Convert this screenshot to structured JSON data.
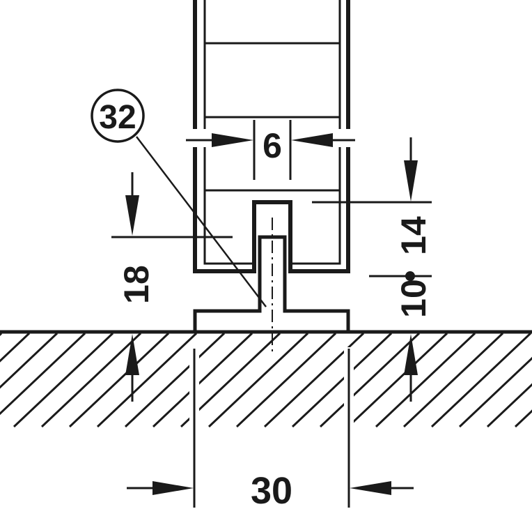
{
  "diagram": {
    "type": "technical-section-drawing",
    "subject": "floor guide profile under sliding door panel",
    "colors": {
      "line": "#1a1a1a",
      "background": "#ffffff"
    },
    "part_callout": {
      "label": "32"
    },
    "dimensions": {
      "groove_width": "6",
      "guide_height": "18",
      "engagement_depth_14": "14",
      "engagement_depth_10": "10",
      "base_width": "30",
      "separator": "•"
    }
  }
}
